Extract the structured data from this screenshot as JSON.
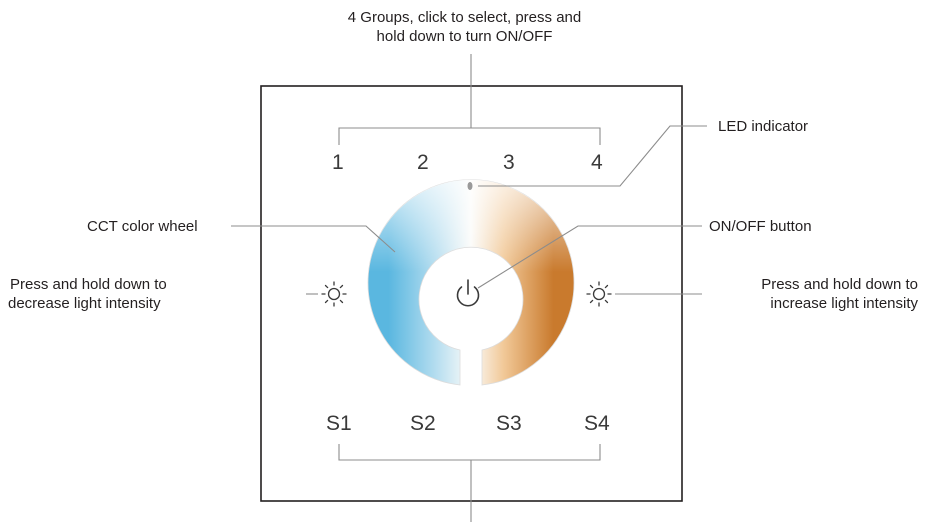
{
  "annotations": {
    "groups": [
      "4 Groups, click to select, press and",
      "hold down to turn ON/OFF"
    ],
    "led_indicator": "LED indicator",
    "cct_wheel": "CCT color wheel",
    "onoff_button": "ON/OFF button",
    "decrease": [
      "Press and hold down to",
      "decrease light intensity"
    ],
    "increase": [
      "Press and hold down to",
      "increase light intensity"
    ]
  },
  "panel": {
    "groups": [
      "1",
      "2",
      "3",
      "4"
    ],
    "scenes": [
      "S1",
      "S2",
      "S3",
      "S4"
    ]
  },
  "colors": {
    "line": "#8c8c8c",
    "frame": "#231f20",
    "wheel_cool": "#5ab7e0",
    "wheel_white": "#fbfbf9",
    "wheel_warm": "#c97a2d"
  },
  "icons": {
    "brightness": "sun-icon",
    "power": "power-icon",
    "led": "led-dot-icon"
  }
}
